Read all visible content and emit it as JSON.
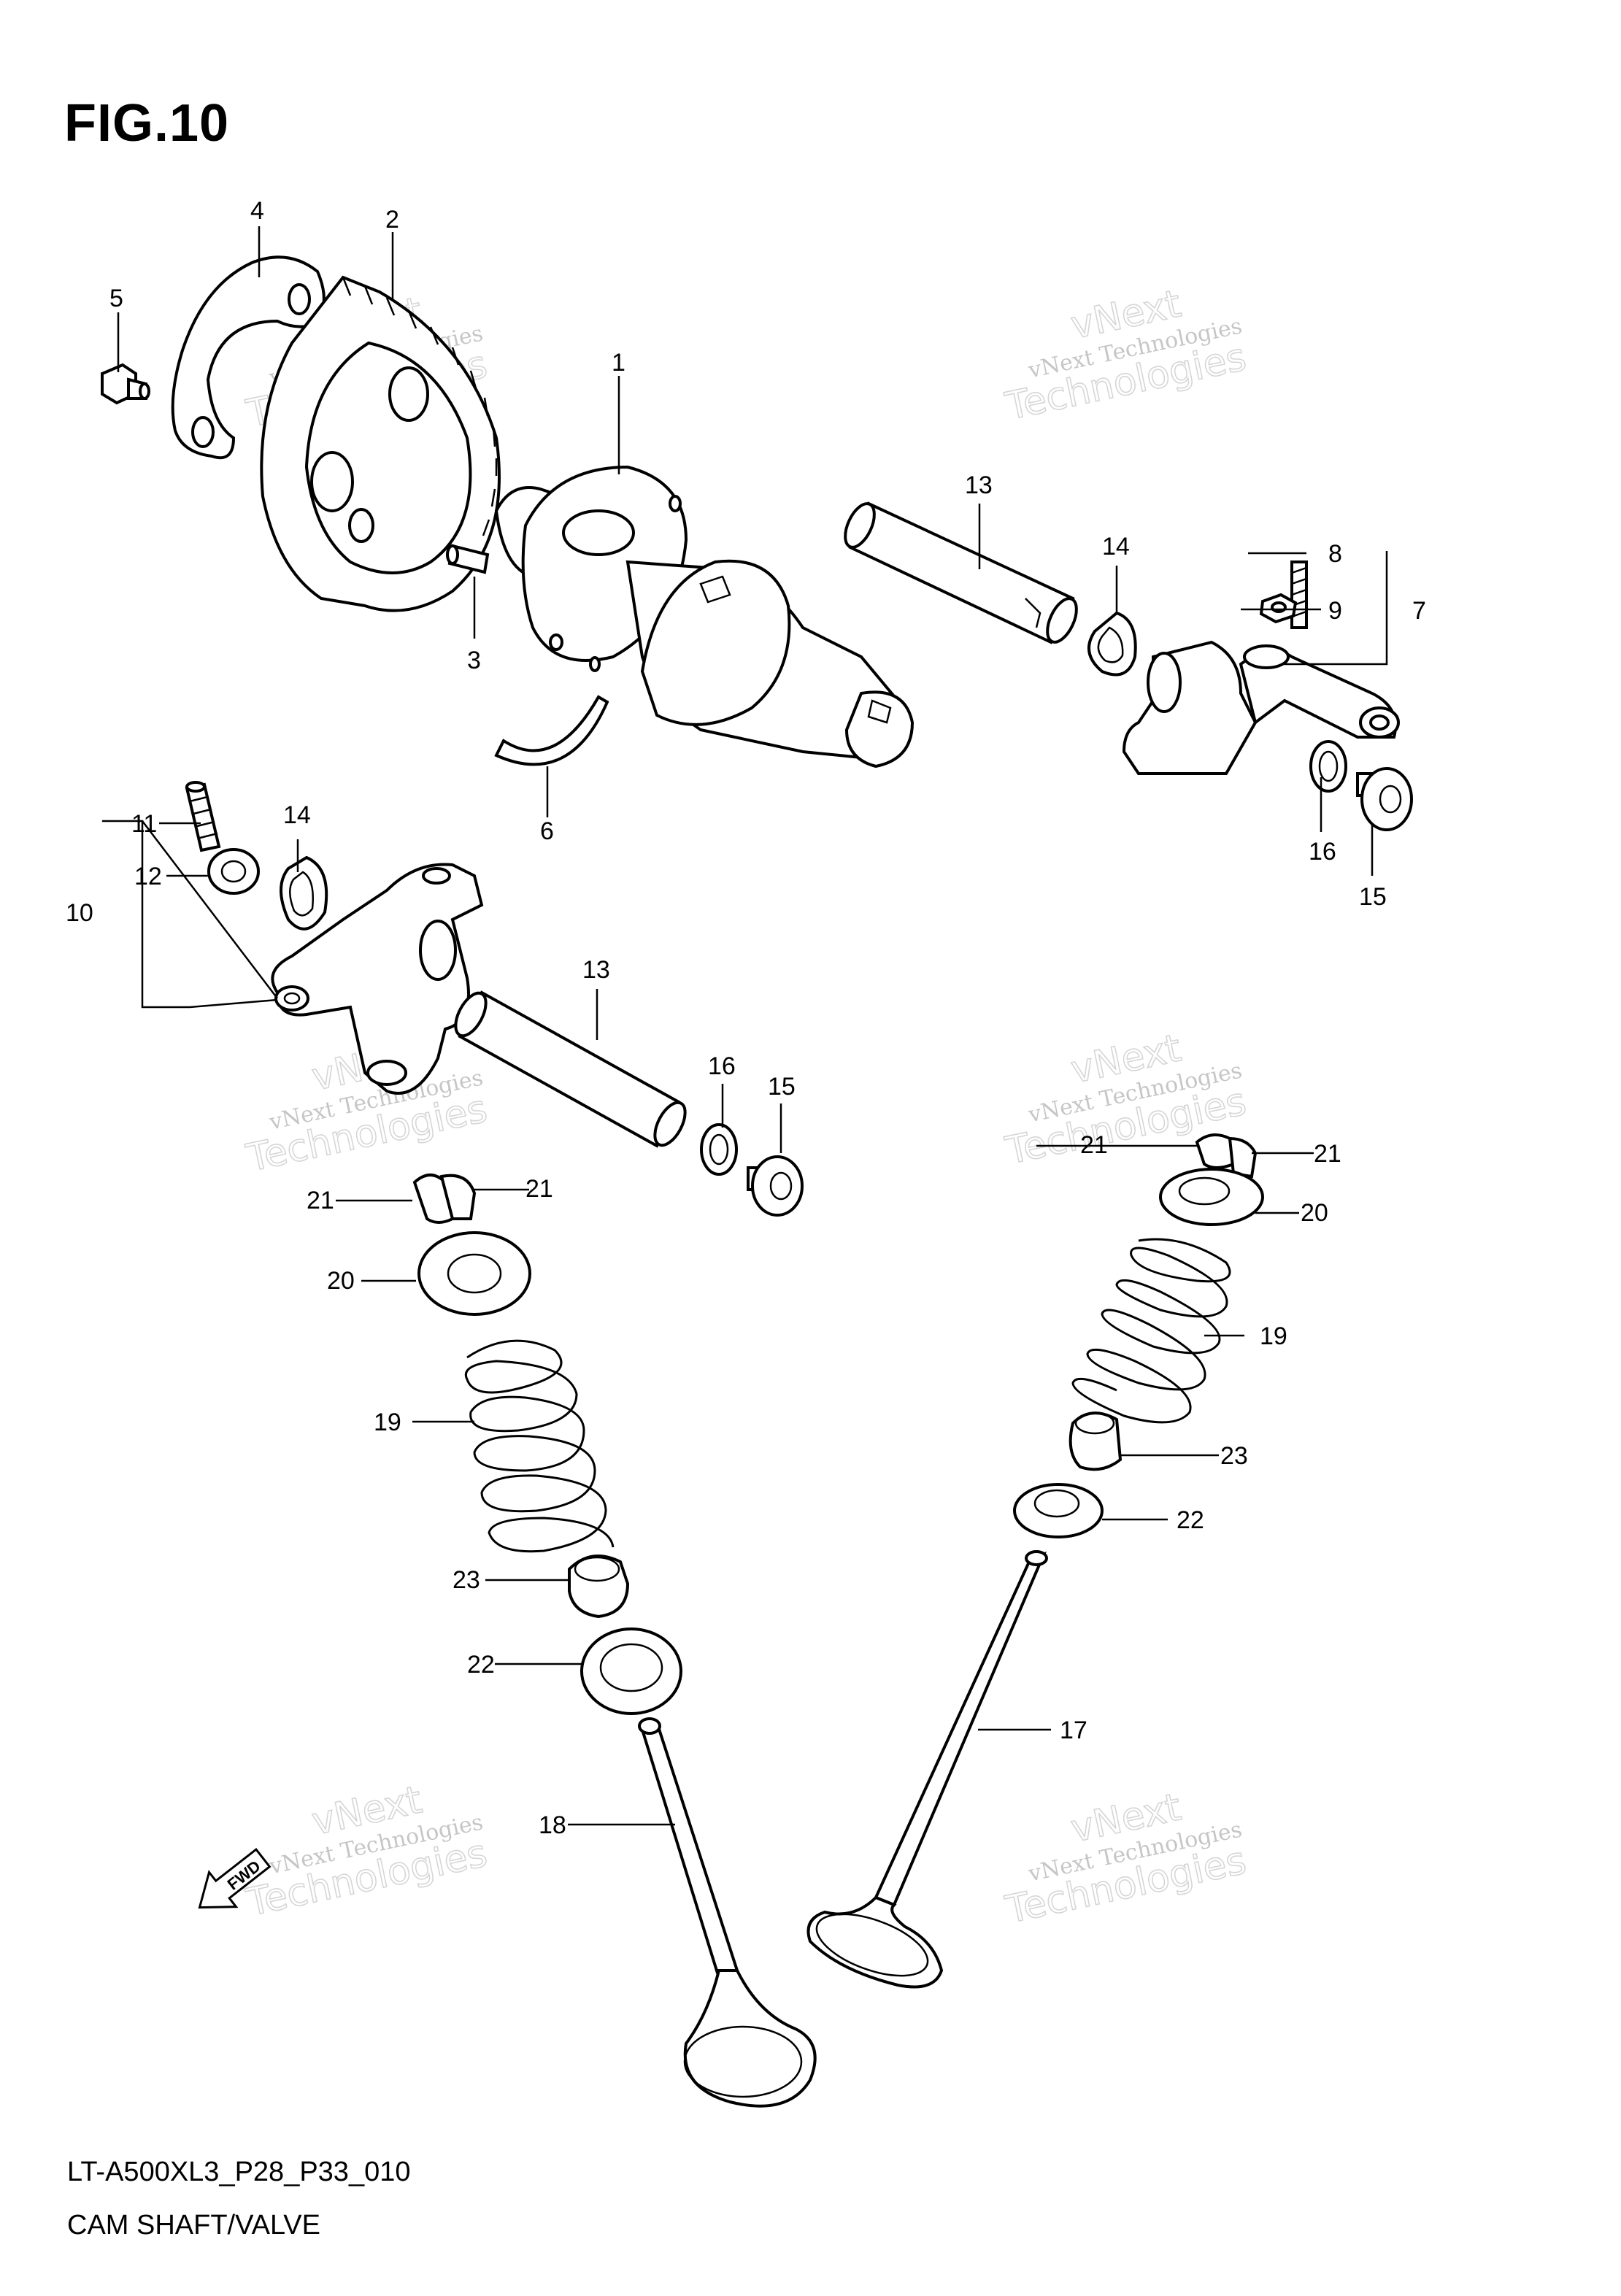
{
  "figure": {
    "title": "FIG.10",
    "model_code": "LT-A500XL3_P28_P33_010",
    "section_name": "CAM SHAFT/VALVE"
  },
  "watermark": {
    "line1": "vNext Technologies",
    "line2": "vNext",
    "line3": "Technologies"
  },
  "callouts": {
    "c1": "1",
    "c2": "2",
    "c3": "3",
    "c4": "4",
    "c5": "5",
    "c6": "6",
    "c7": "7",
    "c8": "8",
    "c9": "9",
    "c10": "10",
    "c11": "11",
    "c12": "12",
    "c13a": "13",
    "c13b": "13",
    "c14a": "14",
    "c14b": "14",
    "c15a": "15",
    "c15b": "15",
    "c16a": "16",
    "c16b": "16",
    "c17": "17",
    "c18": "18",
    "c19a": "19",
    "c19b": "19",
    "c20a": "20",
    "c20b": "20",
    "c21a": "21",
    "c21b": "21",
    "c21c": "21",
    "c21d": "21",
    "c22a": "22",
    "c22b": "22",
    "c23a": "23",
    "c23b": "23"
  },
  "fwd_label": "FWD"
}
